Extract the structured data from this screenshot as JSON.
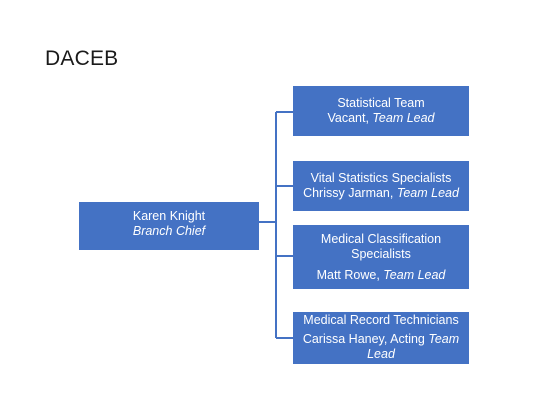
{
  "slide": {
    "title": "DACEB"
  },
  "org_chart": {
    "root": {
      "name": "Karen Knight",
      "role": "Branch Chief"
    },
    "teams": [
      {
        "name": "Statistical Team",
        "lead_name": "Vacant,",
        "lead_role": "Team Lead"
      },
      {
        "name": "Vital Statistics Specialists",
        "lead_name": "Chrissy Jarman,",
        "lead_role": "Team Lead"
      },
      {
        "name": "Medical Classification Specialists",
        "lead_name": "Matt Rowe,",
        "lead_role": "Team Lead"
      },
      {
        "name": "Medical Record Technicians",
        "lead_name": "Carissa Haney, Acting",
        "lead_role": "Team Lead"
      }
    ]
  },
  "colors": {
    "box_fill": "#4472c4",
    "box_text": "#ffffff",
    "connector": "#4472c4"
  }
}
